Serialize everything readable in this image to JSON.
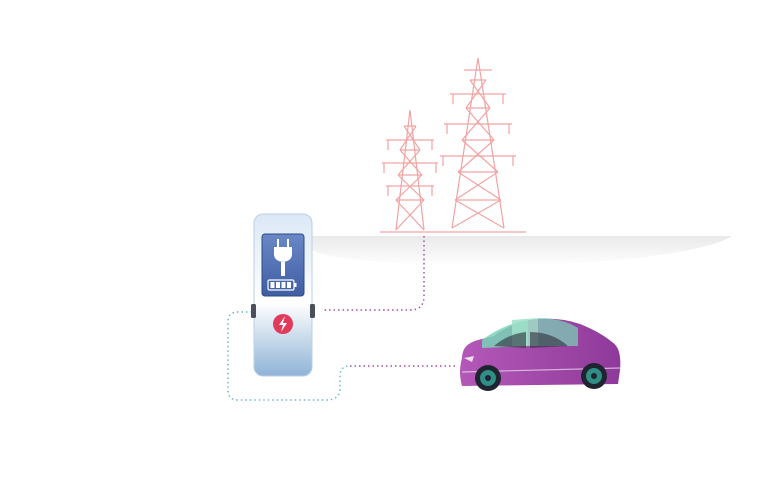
{
  "scene": {
    "description_name": "ev-charging-illustration",
    "charger": {
      "screen_icon": "plug-icon",
      "battery_icon": "battery-icon",
      "button_icon": "lightning-bolt-icon",
      "battery_level_segments": 4
    },
    "grid": {
      "tower_icon": "transmission-tower-icon",
      "tower_count": 2
    },
    "vehicle": {
      "icon": "electric-car-icon"
    },
    "colors": {
      "tower_stroke": "#f2a3a3",
      "ground_shadow": "#eeeeee",
      "charger_body": "#c9ddf0",
      "charger_body_dark": "#93b6d6",
      "screen_bg": "#5876b8",
      "bolt_button": "#e23a5a",
      "car_body": "#a14aa8",
      "car_windows_tint": "#79d4b6",
      "cable_left": "#6bb9c6",
      "cable_right": "#a54ea0"
    }
  }
}
